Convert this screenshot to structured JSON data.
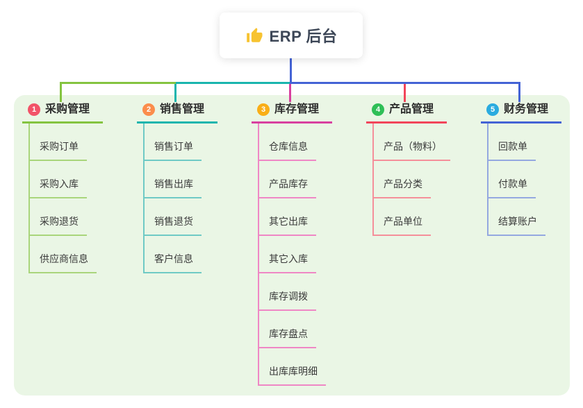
{
  "root": {
    "title": "ERP 后台",
    "icon": "thumbs-up-icon",
    "icon_color": "#f7c331",
    "line_color": "#4463d5"
  },
  "panel_color": "#eaf6e5",
  "branches": [
    {
      "label": "采购管理",
      "badge": "1",
      "badge_color": "#f25368",
      "color": "#84c440",
      "child_color": "#a9d57b",
      "children": [
        "采购订单",
        "采购入库",
        "采购退货",
        "供应商信息"
      ]
    },
    {
      "label": "销售管理",
      "badge": "2",
      "badge_color": "#fb8d4c",
      "color": "#1ab5ae",
      "child_color": "#6fcac5",
      "children": [
        "销售订单",
        "销售出库",
        "销售退货",
        "客户信息"
      ]
    },
    {
      "label": "库存管理",
      "badge": "3",
      "badge_color": "#f9ae17",
      "color": "#d8409f",
      "child_color": "#ef87c5",
      "children": [
        "仓库信息",
        "产品库存",
        "其它出库",
        "其它入库",
        "库存调拨",
        "库存盘点",
        "出库库明细"
      ]
    },
    {
      "label": "产品管理",
      "badge": "4",
      "badge_color": "#2fbf57",
      "color": "#f2455a",
      "child_color": "#f58f9a",
      "children": [
        "产品（物料）",
        "产品分类",
        "产品单位"
      ]
    },
    {
      "label": "财务管理",
      "badge": "5",
      "badge_color": "#2aabdf",
      "color": "#4463d5",
      "child_color": "#94a8e0",
      "children": [
        "回款单",
        "付款单",
        "结算账户"
      ]
    }
  ]
}
